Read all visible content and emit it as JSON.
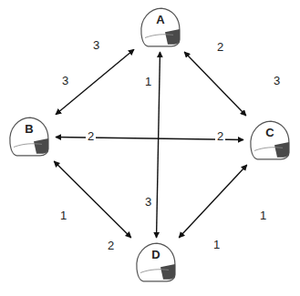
{
  "diagram": {
    "nodes": [
      {
        "text": [
          "A"
        ]
      },
      {
        "text": [
          "B"
        ]
      },
      {
        "text": [
          "C"
        ]
      },
      {
        "text": [
          "D"
        ]
      }
    ],
    "edges": [
      {
        "from": 0,
        "to": 1,
        "arrow": "both"
      },
      {
        "from": 0,
        "to": 2,
        "arrow": "both"
      },
      {
        "from": 0,
        "to": 3,
        "arrow": "both"
      },
      {
        "from": 1,
        "to": 2,
        "arrow": "both"
      },
      {
        "from": 1,
        "to": 3,
        "arrow": "both"
      },
      {
        "from": 2,
        "to": 3,
        "arrow": "both"
      }
    ],
    "labels": [
      "3",
      "2",
      "3",
      "3",
      "1",
      "2",
      "2",
      "3",
      "1",
      "1",
      "1",
      "2"
    ]
  }
}
